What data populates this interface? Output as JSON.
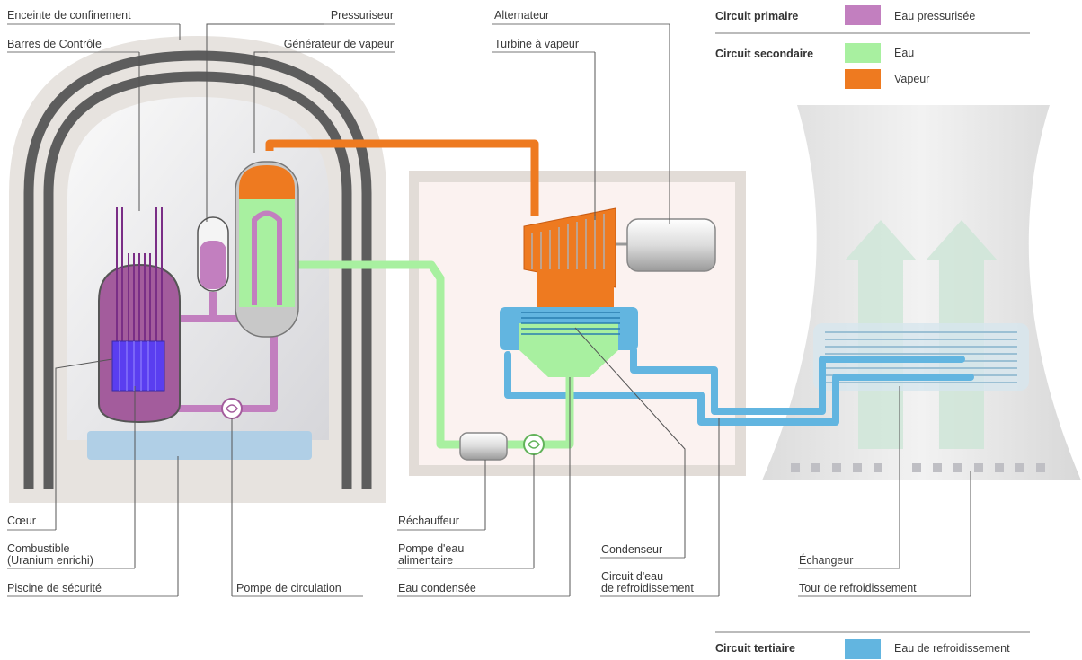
{
  "labels": {
    "enceinte": "Enceinte de confinement",
    "barres": "Barres de Contrôle",
    "pressuriseur": "Pressuriseur",
    "generateur": "Générateur de vapeur",
    "alternateur": "Alternateur",
    "turbine": "Turbine à vapeur",
    "coeur": "Cœur",
    "combustible_1": "Combustible",
    "combustible_2": "(Uranium enrichi)",
    "piscine": "Piscine de sécurité",
    "pompe_circulation": "Pompe de circulation",
    "rechauffeur": "Réchauffeur",
    "pompe_eau_1": "Pompe d'eau",
    "pompe_eau_2": "alimentaire",
    "eau_condensee": "Eau condensée",
    "condenseur": "Condenseur",
    "circuit_eau_1": "Circuit d'eau",
    "circuit_eau_2": "de refroidissement",
    "echangeur": "Échangeur",
    "tour": "Tour de refroidissement"
  },
  "legend": {
    "primaire": {
      "title": "Circuit primaire",
      "item": "Eau pressurisée",
      "color": "#c27fbf"
    },
    "secondaire": {
      "title": "Circuit secondaire",
      "item_eau": "Eau",
      "color_eau": "#a8f0a0",
      "item_vapeur": "Vapeur",
      "color_vapeur": "#ee7a20"
    },
    "tertiaire": {
      "title": "Circuit tertiaire",
      "item": "Eau de refroidissement",
      "color": "#62b5e0"
    }
  }
}
